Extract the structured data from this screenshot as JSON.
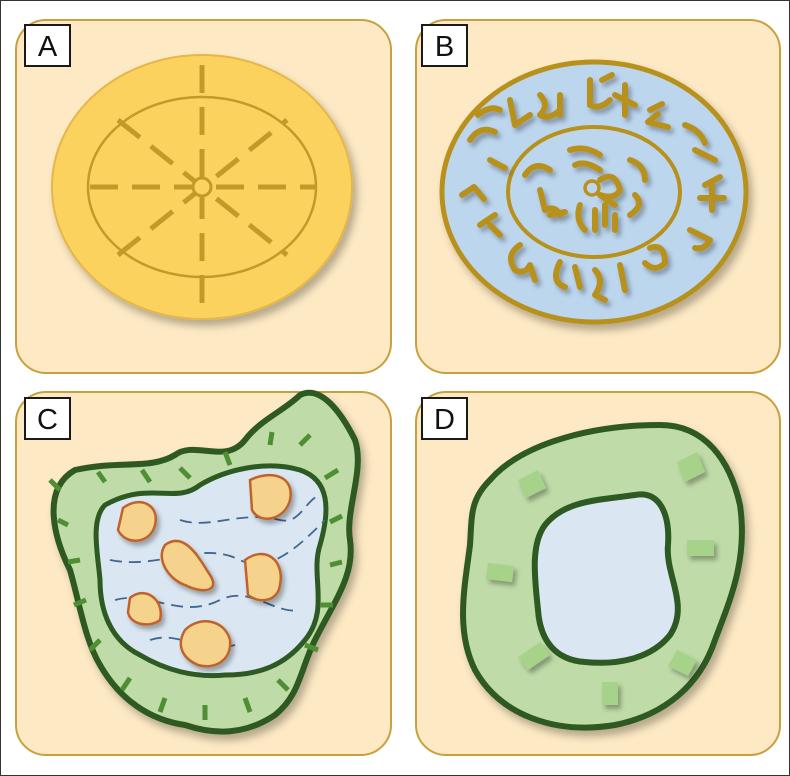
{
  "panels": [
    {
      "label": "A"
    },
    {
      "label": "B"
    },
    {
      "label": "C"
    },
    {
      "label": "D"
    }
  ],
  "colors": {
    "panel_background": "#fde9c3",
    "panel_border": "#c9a040",
    "gold_fill": "#fcd25f",
    "gold_line": "#c39a2a",
    "blue_fill": "#bcd6ee",
    "blue_outline": "#b8911e",
    "green_fill": "#bfdba8",
    "green_outline": "#2d5a23",
    "green_dash": "#4f8f34",
    "pale_blue": "#dae7f3",
    "tan_fill": "#f6d38d",
    "tan_outline": "#c0632c",
    "blue_dash": "#3f6790",
    "green_block": "#a7d289"
  }
}
